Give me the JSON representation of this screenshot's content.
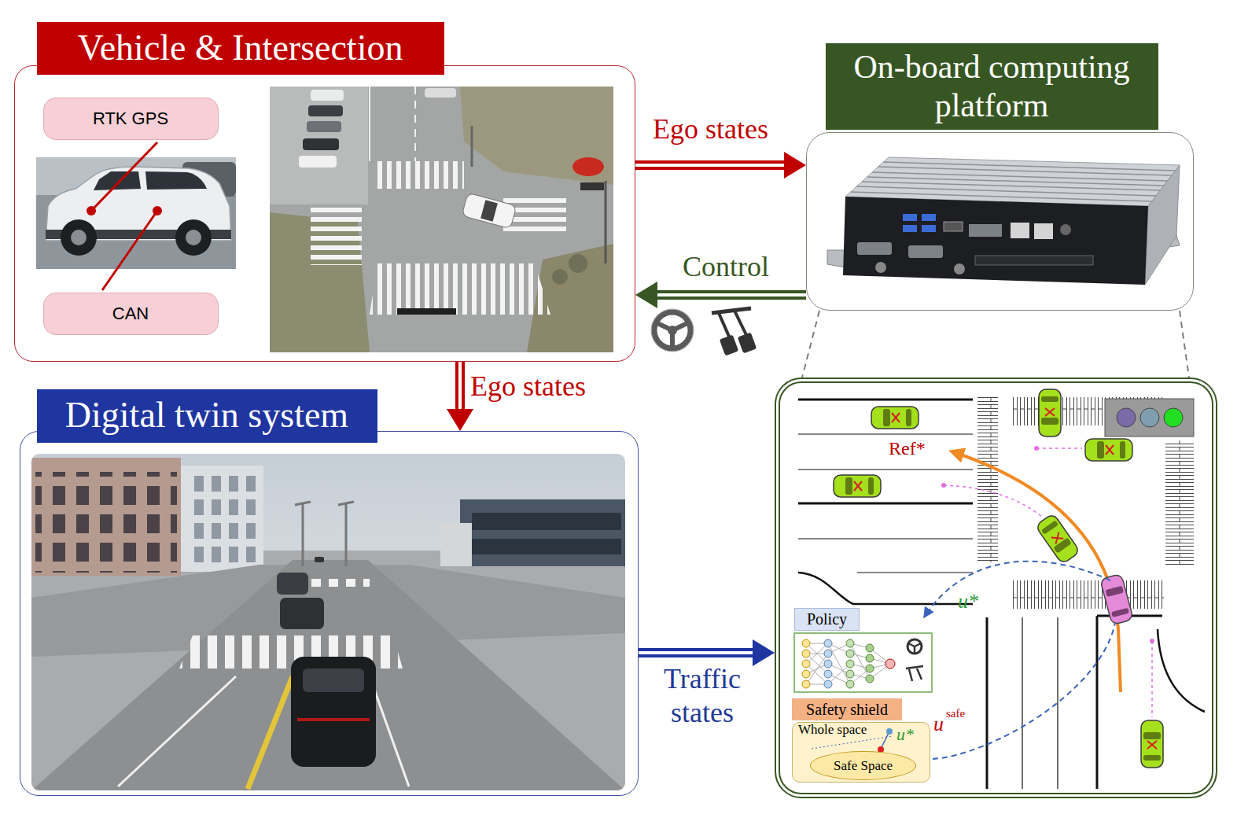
{
  "diagram": {
    "nodes": [
      {
        "text": [
          "Vehicle & Intersection"
        ]
      },
      {
        "text": [
          "RTK GPS"
        ],
        "in": 0
      },
      {
        "text": [
          "CAN"
        ],
        "in": 0
      },
      {
        "text": [
          "On-board computing platform"
        ]
      },
      {
        "text": [
          "Digital twin system"
        ]
      },
      {},
      {
        "text": [
          "Policy"
        ],
        "in": 5
      },
      {
        "text": [
          "Safety shield"
        ],
        "in": 5
      },
      {
        "text": [
          "Whole space"
        ],
        "in": 5
      },
      {
        "text": [
          "Safe Space"
        ],
        "in": 8
      }
    ],
    "edges": [
      {
        "from": 0,
        "to": 3,
        "arrow": "to",
        "label": "Ego states"
      },
      {
        "from": 3,
        "to": 0,
        "arrow": "to",
        "label": "Control"
      },
      {
        "from": 0,
        "to": 4,
        "arrow": "to",
        "label": "Ego states"
      },
      {
        "from": 4,
        "to": 5,
        "arrow": "to",
        "label": "Traffic states"
      },
      {
        "from": 3,
        "to": 5,
        "arrow": "none"
      },
      {
        "from": 3,
        "to": 5,
        "arrow": "none"
      }
    ],
    "labels": [
      "Ref*",
      "u*",
      "u*",
      "u",
      "safe"
    ]
  }
}
